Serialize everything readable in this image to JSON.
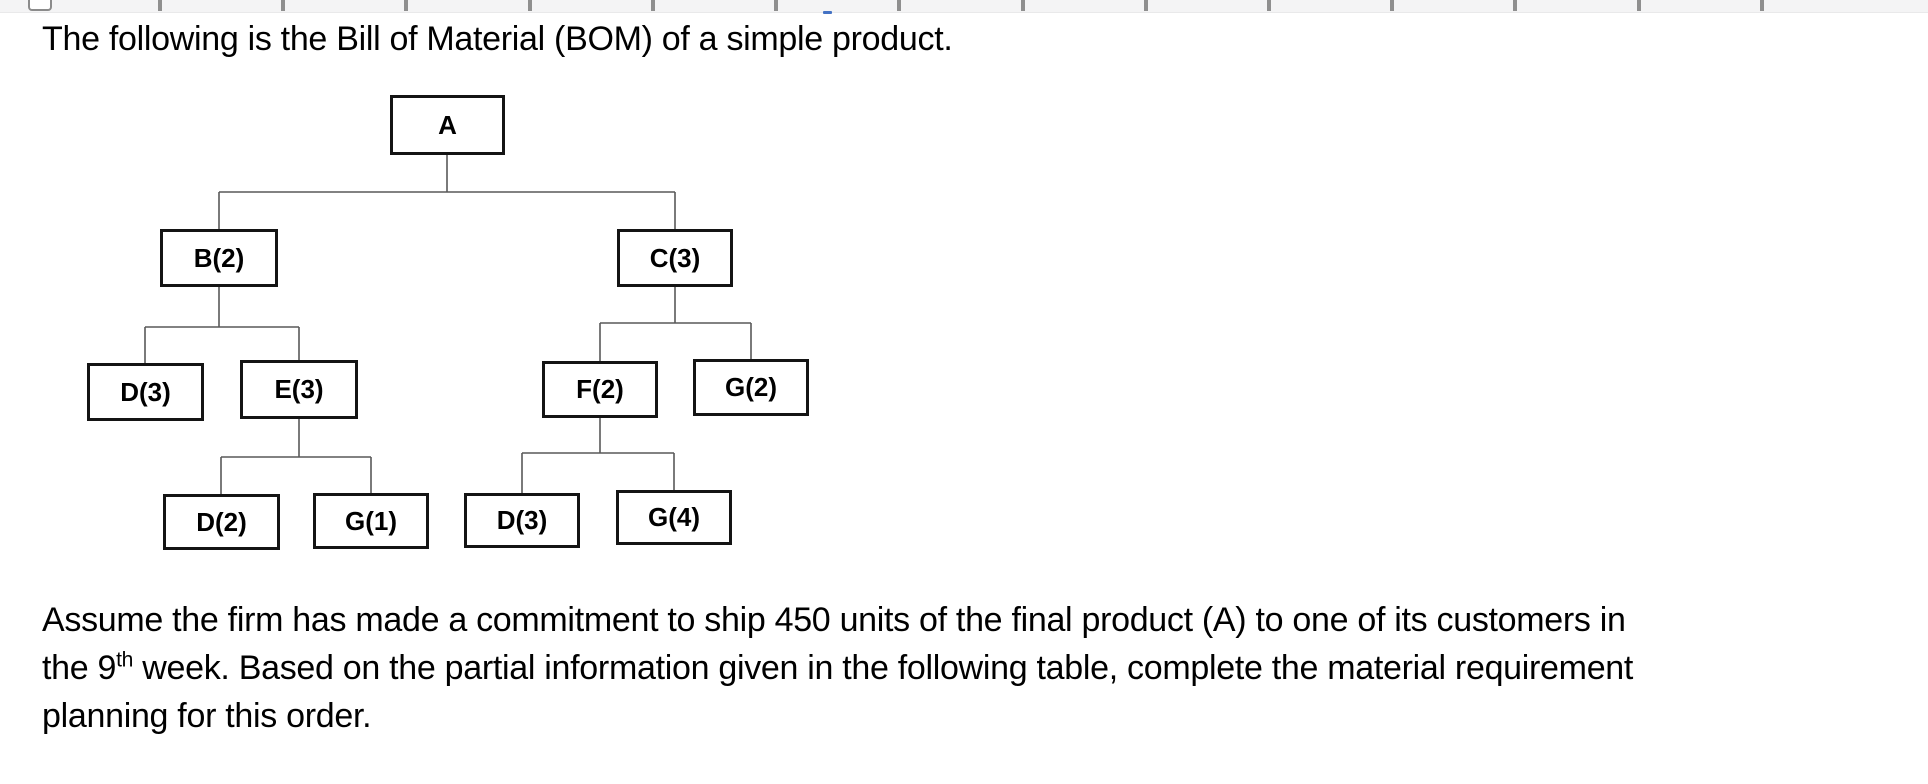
{
  "page": {
    "intro_text": "The following is the Bill of Material (BOM) of a simple product.",
    "question": {
      "line1": "Assume the firm has made a commitment to ship 450 units of the final product (A) to one of its customers in",
      "line2_before_sup": "the 9",
      "line2_sup": "th",
      "line2_after_sup": " week. Based on the partial information given in the following table, complete the material requirement",
      "line3": "planning for this order."
    }
  },
  "bom_tree": {
    "root": "A",
    "nodes": [
      {
        "id": "A",
        "label": "A",
        "component": "A",
        "quantity": 1,
        "level": 0,
        "parent": null
      },
      {
        "id": "B",
        "label": "B(2)",
        "component": "B",
        "quantity": 2,
        "level": 1,
        "parent": "A"
      },
      {
        "id": "C",
        "label": "C(3)",
        "component": "C",
        "quantity": 3,
        "level": 1,
        "parent": "A"
      },
      {
        "id": "D1",
        "label": "D(3)",
        "component": "D",
        "quantity": 3,
        "level": 2,
        "parent": "B"
      },
      {
        "id": "E",
        "label": "E(3)",
        "component": "E",
        "quantity": 3,
        "level": 2,
        "parent": "B"
      },
      {
        "id": "F",
        "label": "F(2)",
        "component": "F",
        "quantity": 2,
        "level": 2,
        "parent": "C"
      },
      {
        "id": "G1",
        "label": "G(2)",
        "component": "G",
        "quantity": 2,
        "level": 2,
        "parent": "C"
      },
      {
        "id": "D2",
        "label": "D(2)",
        "component": "D",
        "quantity": 2,
        "level": 3,
        "parent": "E"
      },
      {
        "id": "G2",
        "label": "G(1)",
        "component": "G",
        "quantity": 1,
        "level": 3,
        "parent": "E"
      },
      {
        "id": "D3",
        "label": "D(3)",
        "component": "D",
        "quantity": 3,
        "level": 3,
        "parent": "F"
      },
      {
        "id": "G3",
        "label": "G(4)",
        "component": "G",
        "quantity": 4,
        "level": 3,
        "parent": "F"
      }
    ],
    "edges": [
      [
        "A",
        "B"
      ],
      [
        "A",
        "C"
      ],
      [
        "B",
        "D1"
      ],
      [
        "B",
        "E"
      ],
      [
        "C",
        "F"
      ],
      [
        "C",
        "G1"
      ],
      [
        "E",
        "D2"
      ],
      [
        "E",
        "G2"
      ],
      [
        "F",
        "D3"
      ],
      [
        "F",
        "G3"
      ]
    ]
  },
  "colors": {
    "text": "#000000",
    "box_border": "#141414",
    "connector_gray": "#595959",
    "strip_background": "#f4f4f5",
    "tick_gray": "#8f8f8f",
    "marker_blue": "#4472c4"
  }
}
